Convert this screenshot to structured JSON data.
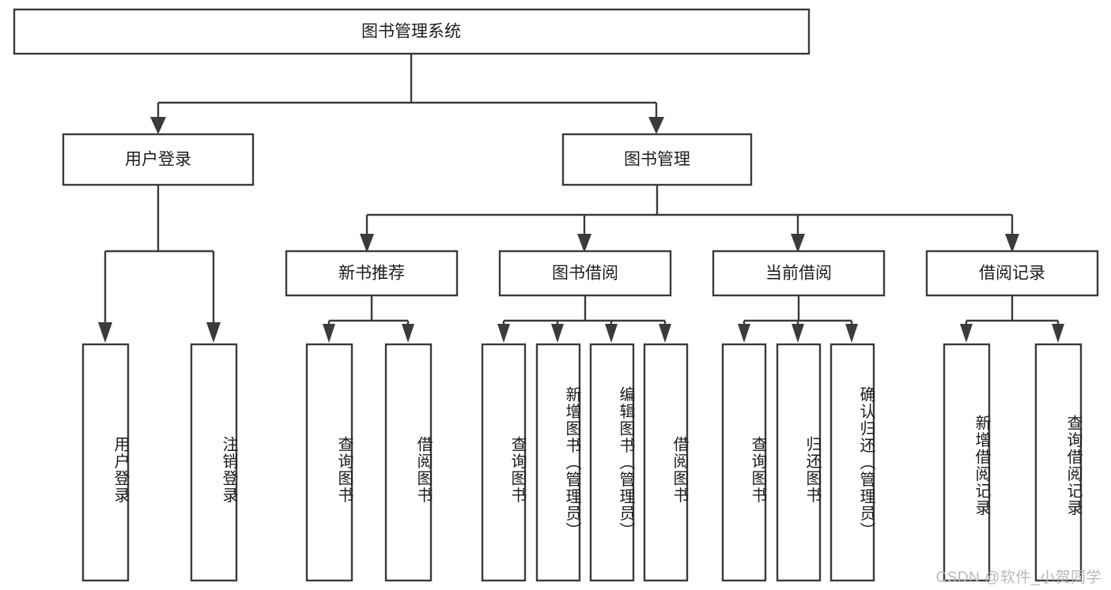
{
  "diagram": {
    "title": "图书管理系统",
    "watermark": "CSDN @软件_小贺同学",
    "colors": {
      "stroke": "#3b3b3b",
      "text": "#1c1c1c",
      "background": "#ffffff",
      "watermark": "#b9b9b9"
    },
    "root": {
      "label": "图书管理系统"
    },
    "level2": [
      {
        "label": "用户登录"
      },
      {
        "label": "图书管理"
      }
    ],
    "level3": [
      {
        "label": "新书推荐"
      },
      {
        "label": "图书借阅"
      },
      {
        "label": "当前借阅"
      },
      {
        "label": "借阅记录"
      }
    ],
    "leaves": {
      "user_login": [
        {
          "label": "用户登录"
        },
        {
          "label": "注销登录"
        }
      ],
      "new_book_recommend": [
        {
          "label": "查询图书"
        },
        {
          "label": "借阅图书"
        }
      ],
      "book_borrow": [
        {
          "label": "查询图书"
        },
        {
          "label": "新增图书（管理员）"
        },
        {
          "label": "编辑图书（管理员）"
        },
        {
          "label": "借阅图书"
        }
      ],
      "current_borrow": [
        {
          "label": "查询图书"
        },
        {
          "label": "归还图书"
        },
        {
          "label": "确认归还（管理员）"
        }
      ],
      "borrow_record": [
        {
          "label": "新增借阅记录"
        },
        {
          "label": "查询借阅记录"
        }
      ]
    }
  }
}
